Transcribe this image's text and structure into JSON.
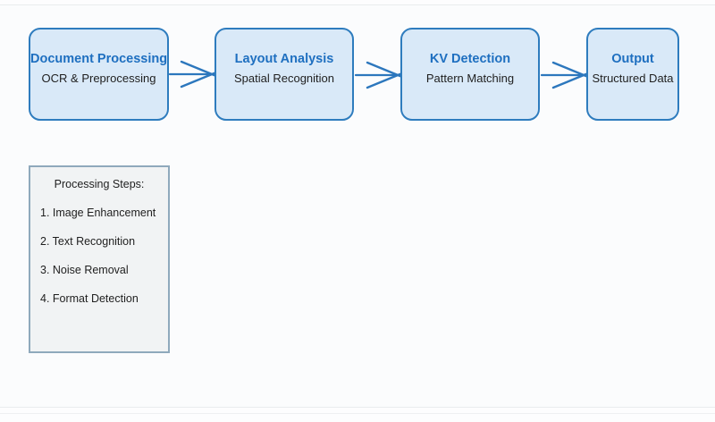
{
  "colors": {
    "node_fill": "#D9E9F8",
    "node_border": "#2E7CBE",
    "node_title": "#1E6FC0",
    "body_text": "#1F1F1F",
    "arrow": "#2C77BD",
    "panel_fill": "#F1F3F4",
    "panel_border": "#8FA9BC"
  },
  "flow": {
    "nodes": [
      {
        "title": "Document Processing",
        "subtitle": "OCR & Preprocessing"
      },
      {
        "title": "Layout Analysis",
        "subtitle": "Spatial Recognition"
      },
      {
        "title": "KV Detection",
        "subtitle": "Pattern Matching"
      },
      {
        "title": "Output",
        "subtitle": "Structured Data"
      }
    ]
  },
  "steps_panel": {
    "title": "Processing Steps:",
    "items": [
      "1. Image Enhancement",
      "2. Text Recognition",
      "3. Noise Removal",
      "4. Format Detection"
    ]
  }
}
